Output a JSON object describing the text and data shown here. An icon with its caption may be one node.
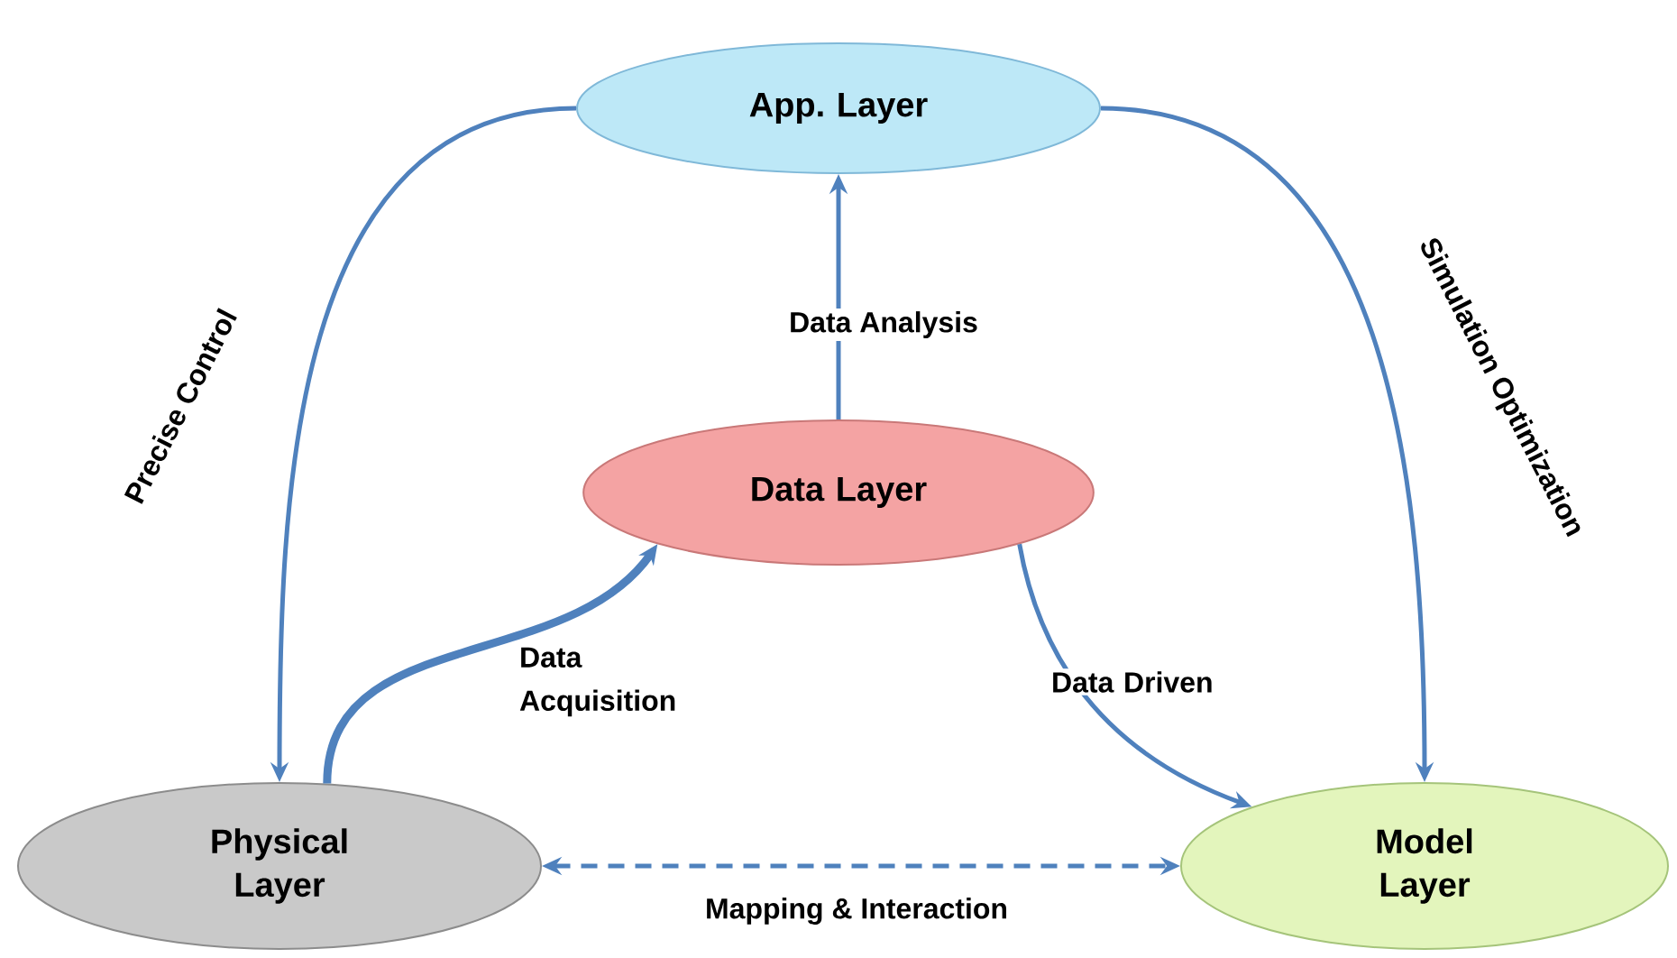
{
  "diagram": {
    "nodes": [
      {
        "text": [
          "App. Layer"
        ]
      },
      {
        "text": [
          "Data Layer"
        ]
      },
      {
        "text": [
          "Physical Layer"
        ]
      },
      {
        "text": [
          "Model Layer"
        ]
      }
    ],
    "edges": [
      {
        "from": 1,
        "to": 0,
        "arrow": "to",
        "label": "Data Analysis"
      },
      {
        "from": 0,
        "to": 2,
        "arrow": "to",
        "label": "Precise Control"
      },
      {
        "from": 0,
        "to": 3,
        "arrow": "to",
        "label": "Simulation Optimization"
      },
      {
        "from": 2,
        "to": 1,
        "arrow": "to",
        "label": "Data Acquisition",
        "style": "thick"
      },
      {
        "from": 1,
        "to": 3,
        "arrow": "to",
        "label": "Data Driven"
      },
      {
        "from": 2,
        "to": 3,
        "arrow": "both",
        "label": "Mapping & Interaction",
        "style": "dashed"
      }
    ]
  }
}
